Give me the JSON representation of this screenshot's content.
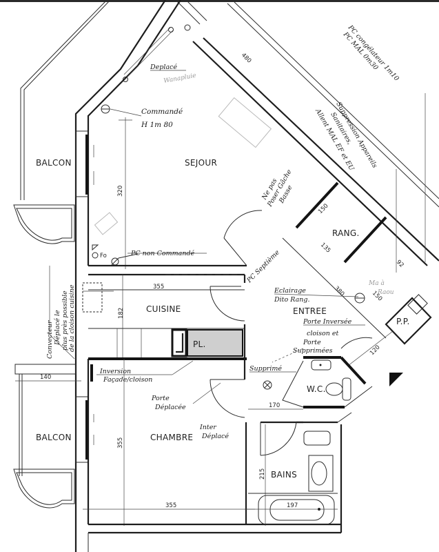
{
  "drawing": {
    "type": "architectural floor plan (apartment) with handwritten modification notes",
    "rooms": {
      "sejour": "SEJOUR",
      "cuisine": "CUISINE",
      "chambre": "CHAMBRE",
      "entree": "ENTREE",
      "rang": "RANG.",
      "bains": "BAINS",
      "wc": "W.C.",
      "pp": "P.P.",
      "pl": "PL.",
      "balcon_top": "BALCON",
      "balcon_bottom": "BALCON"
    },
    "dimensions": {
      "sejour_diag": "480",
      "sejour_height": "320",
      "cuisine_width": "355",
      "cuisine_height": "182",
      "chambre_height": "355",
      "chambre_width": "355",
      "balcon_width": "140",
      "rang_a": "150",
      "rang_b": "135",
      "entree_a": "380",
      "entree_b": "150",
      "corridor": "120",
      "hall": "170",
      "bains_height": "215",
      "bath_length": "197",
      "pp_dim": "92"
    },
    "symbols": {
      "fo": "Fo"
    },
    "annotations": {
      "deplace_top": "Deplacé",
      "commande_1": "Commandé",
      "commande_2": "H 1m 80",
      "pc_non_commande": "PC non Commandé",
      "pc_septieme": "PC Septième",
      "ne_pas_1": "Ne pas",
      "ne_pas_2": "Poser Gâche",
      "ne_pas_3": "Basse",
      "pc_congelateur_1": "PC congélateur 1m10",
      "pc_congelateur_2": "PC MAL 0m30",
      "suppression_1": "Suppression Appareils",
      "suppression_2": "Sanitaires,",
      "suppression_3": "Allent MAL EF et EU",
      "eclairage_1": "Eclairage",
      "eclairage_2": "Dito Rang.",
      "porte_inversee": "Porte Inversée",
      "cloison_1": "cloison et",
      "cloison_2": "Porte",
      "cloison_3": "Supprimées",
      "supprime": "Supprimé",
      "inversion_1": "Inversion",
      "inversion_2": "Façade/cloison",
      "porte_deplacee_1": "Porte",
      "porte_deplacee_2": "Déplacée",
      "inter_deplace_1": "Inter",
      "inter_deplace_2": "Déplacé",
      "convecteur_1": "Convecteur",
      "convecteur_2": "Déplacé le",
      "convecteur_3": "plus près possible",
      "convecteur_4": "de la cloison cuisine",
      "faint_1": "Wanapluie",
      "faint_2": "Ma à",
      "faint_3": "Raou"
    }
  }
}
